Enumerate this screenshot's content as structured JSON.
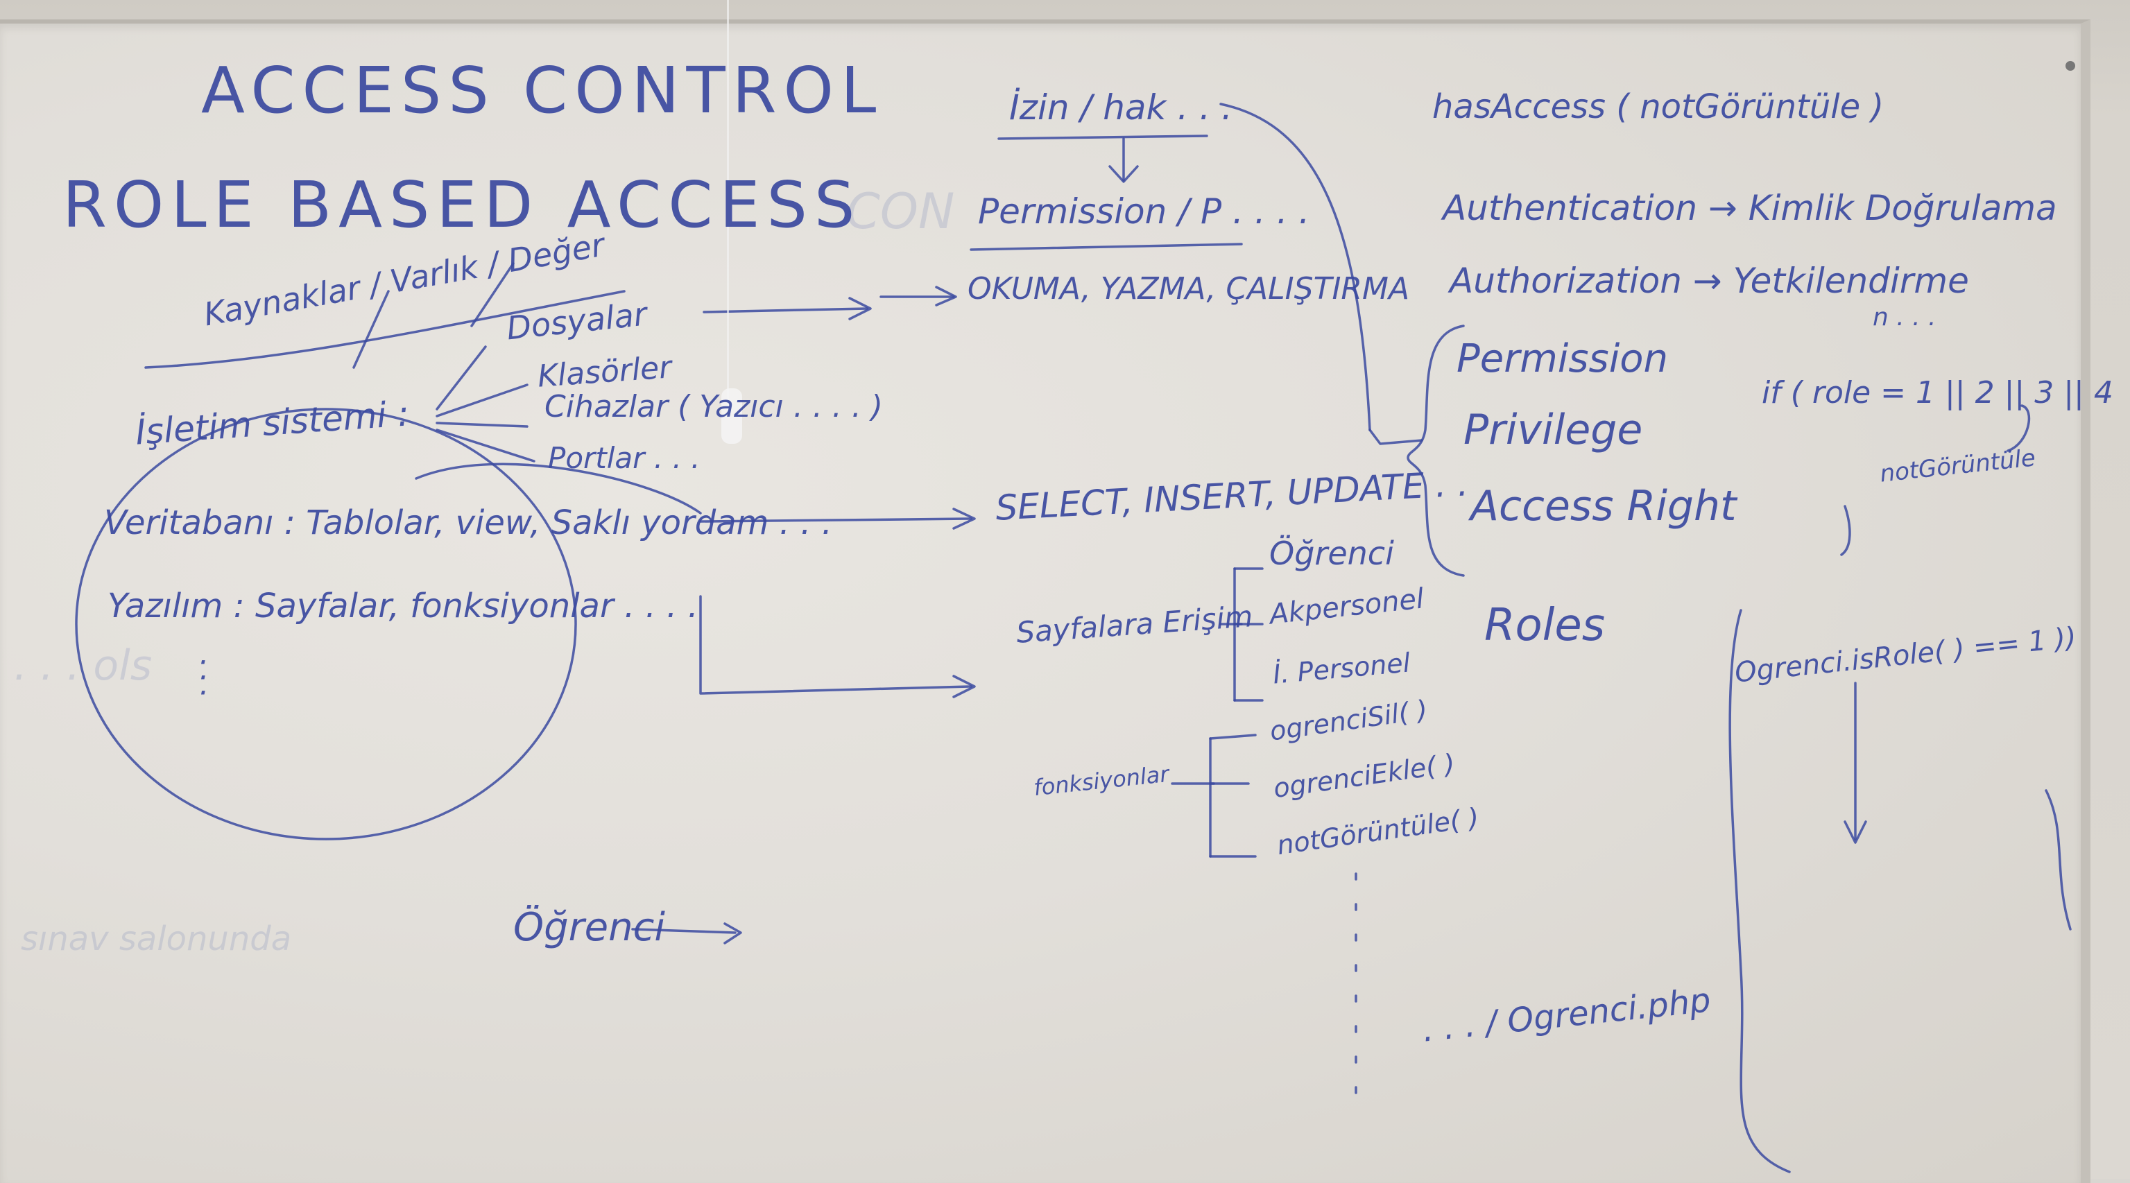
{
  "left": {
    "title1": "ACCESS CONTROL",
    "title2": "ROLE BASED ACCESS",
    "resource_header": "Kaynaklar / Varlık / Değer",
    "os_label": "İşletim sistemi :",
    "os_items": [
      "Dosyalar",
      "Klasörler",
      "Cihazlar ( Yazıcı . . . . )",
      "Portlar . . ."
    ],
    "db_line": "Veritabanı : Tablolar, view, Saklı yordam . . .",
    "sw_line": "Yazılım : Sayfalar, fonksiyonlar . . . .",
    "ogrenci_arrow": "Öğrenci"
  },
  "middle": {
    "izin": "İzin / hak . . .",
    "permission": "Permission / P . . . .",
    "ops_os": "OKUMA, YAZMA, ÇALIŞTIRMA",
    "ops_db": "SELECT, INSERT, UPDATE . .",
    "page_access": "Sayfalara Erişim",
    "page_roles": [
      "Öğrenci",
      "Akpersonel",
      "İ. Personel"
    ],
    "functions": "fonksiyonlar",
    "function_items": [
      "ogrenciSil( )",
      "ogrenciEkle( )",
      "notGörüntüle( )"
    ],
    "php": ". . . / Ogrenci.php"
  },
  "right": {
    "hasaccess": "hasAccess ( notGörüntüle )",
    "authentication": "Authentication → Kimlik Doğrulama",
    "authorization": "Authorization → Yetkilendirme",
    "n_dots": "n . . .",
    "group": [
      "Permission",
      "Privilege",
      "Access Right"
    ],
    "roles": "Roles",
    "if_role": "if ( role = 1 || 2 || 3 || 4",
    "not_gor": "notGörüntüle",
    "isrole": "Ogrenci.isRole( ) == 1 ))"
  }
}
